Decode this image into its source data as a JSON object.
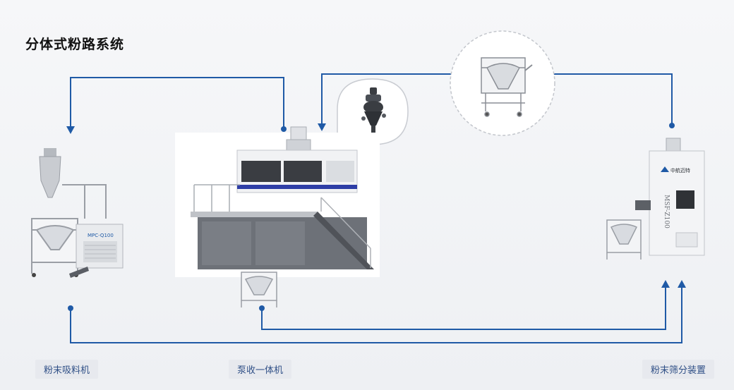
{
  "title": "分体式粉路系统",
  "labels": {
    "left": "粉末吸料机",
    "center": "泵收一体机",
    "right": "粉末筛分装置"
  },
  "machine_texts": {
    "left_panel": "MPC-Q100",
    "right_panel": "MSF-Z100",
    "right_logo": "中航迈特"
  },
  "colors": {
    "accent": "#1f5aa6",
    "machine_light": "#eef0f3",
    "machine_dark": "#3a3d42"
  }
}
